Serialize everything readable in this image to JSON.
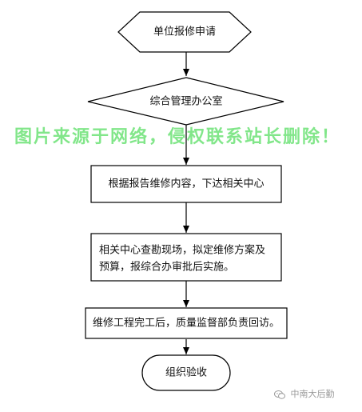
{
  "flowchart": {
    "nodes": [
      {
        "id": "start",
        "shape": "hexagon",
        "label": "单位报修申请"
      },
      {
        "id": "office",
        "shape": "diamond",
        "label": "综合管理办公室"
      },
      {
        "id": "dispatch",
        "shape": "rectangle",
        "label": "根据报告维修内容，下达相关中心"
      },
      {
        "id": "survey",
        "shape": "rectangle",
        "label_lines": [
          "相关中心查勘现场，拟定维修方案及",
          "预算，报综合办审批后实施。"
        ]
      },
      {
        "id": "inspect",
        "shape": "rectangle",
        "label": "维修工程完工后，质量监督部负责回访。"
      },
      {
        "id": "end",
        "shape": "rounded",
        "label": "组织验收"
      }
    ],
    "edges": [
      [
        "start",
        "office"
      ],
      [
        "office",
        "dispatch"
      ],
      [
        "dispatch",
        "survey"
      ],
      [
        "survey",
        "inspect"
      ],
      [
        "inspect",
        "end"
      ]
    ]
  },
  "watermark": {
    "text": "图片来源于网络，侵权联系站长删除！"
  },
  "source": {
    "icon": "wechat-icon",
    "text": "中南大后勤"
  }
}
